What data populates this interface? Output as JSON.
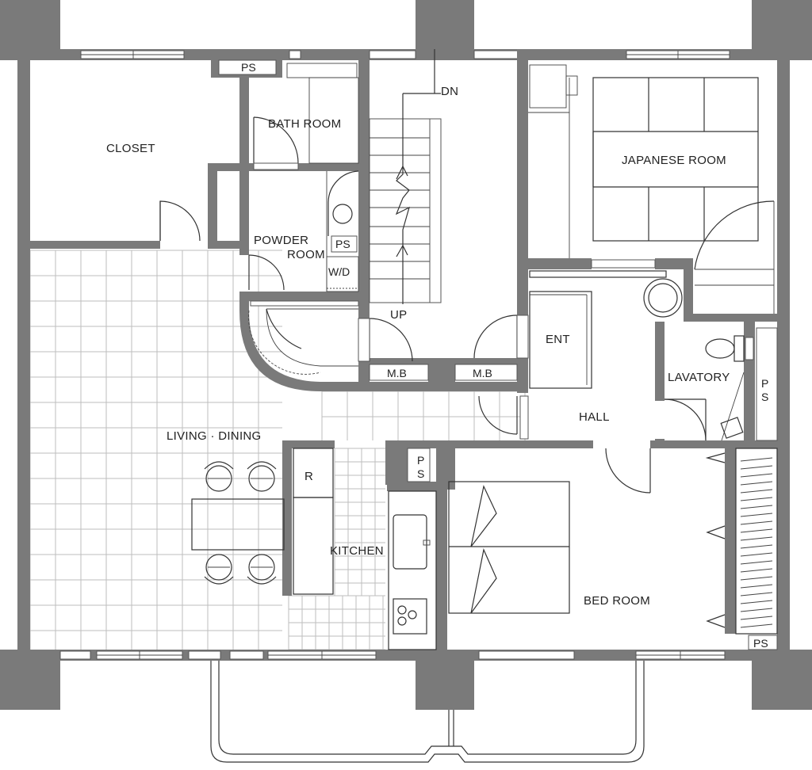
{
  "rooms": {
    "closet": "CLOSET",
    "bath_room": "BATH ROOM",
    "powder_room_line1": "POWDER",
    "powder_room_line2": "ROOM",
    "japanese_room": "JAPANESE ROOM",
    "ent": "ENT",
    "hall": "HALL",
    "lavatory": "LAVATORY",
    "living_dining": "LIVING · DINING",
    "kitchen": "KITCHEN",
    "bed_room": "BED ROOM"
  },
  "fixtures": {
    "ps_top": "PS",
    "ps_powder": "PS",
    "wd": "W/D",
    "mb_left": "M.B",
    "mb_right": "M.B",
    "ps_lavatory_1": "P",
    "ps_lavatory_2": "S",
    "ps_kitchen_1": "P",
    "ps_kitchen_2": "S",
    "ps_bed": "PS",
    "refrigerator": "R"
  },
  "stairs": {
    "down": "DN",
    "up": "UP"
  },
  "colors": {
    "wall": "#7a7a7a",
    "grid": "#bdbdbd",
    "line": "#333333"
  }
}
